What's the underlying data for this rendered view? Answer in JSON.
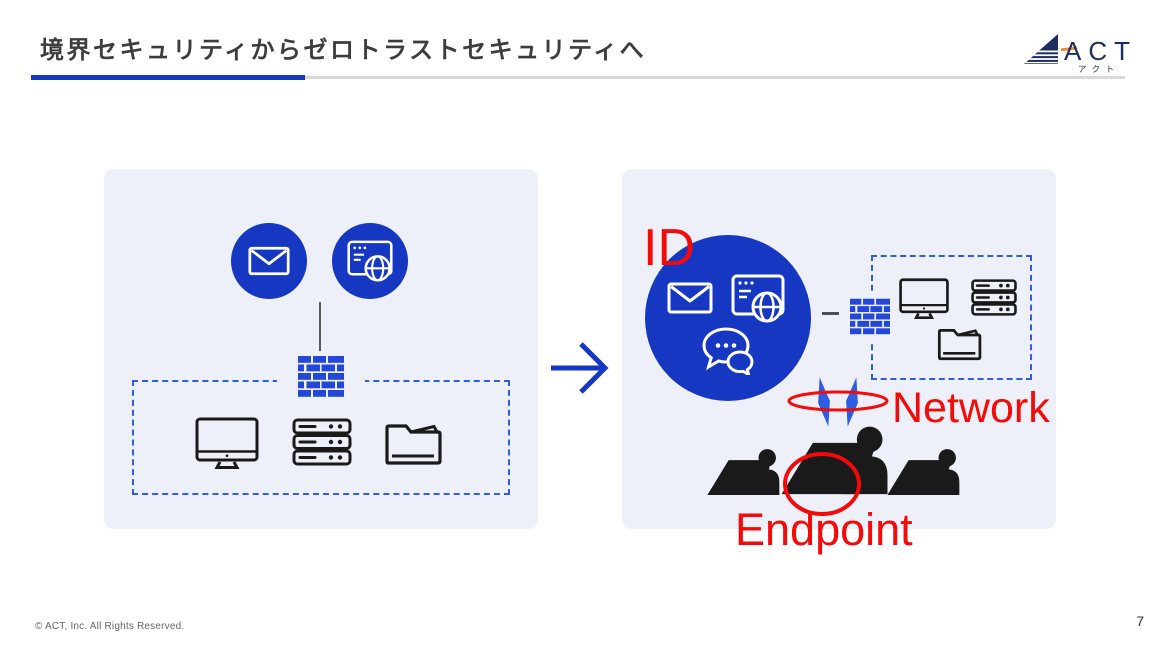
{
  "header": {
    "title": "境界セキュリティからゼロトラストセキュリティへ"
  },
  "logo": {
    "name": "ACT",
    "kana": "アクト"
  },
  "annotations": {
    "id": "ID",
    "network": "Network",
    "endpoint": "Endpoint"
  },
  "footer": {
    "copyright": "© ACT, Inc. All Rights Reserved.",
    "page_number": "7"
  },
  "icons": {
    "left_panel": [
      "mail-icon",
      "browser-globe-icon",
      "firewall-icon",
      "monitor-icon",
      "server-icon",
      "folder-icon"
    ],
    "right_panel": [
      "mail-icon",
      "browser-globe-icon",
      "chat-icon",
      "firewall-icon",
      "monitor-icon",
      "server-icon",
      "folder-icon",
      "network-crossing-icon",
      "person-laptop-icon"
    ],
    "transition": "arrow-right-icon"
  },
  "colors": {
    "accent-blue": "#1537c1",
    "firewall-blue": "#2348d8",
    "dashed-blue": "#2e5ee2",
    "panel-bg": "#edf0f8",
    "annotation-red": "#f50a0a",
    "title-gray": "#3d3d3d",
    "icon-black": "#1a1a1a",
    "logo-navy": "#1e2d5f",
    "logo-orange": "#f08a2d"
  }
}
